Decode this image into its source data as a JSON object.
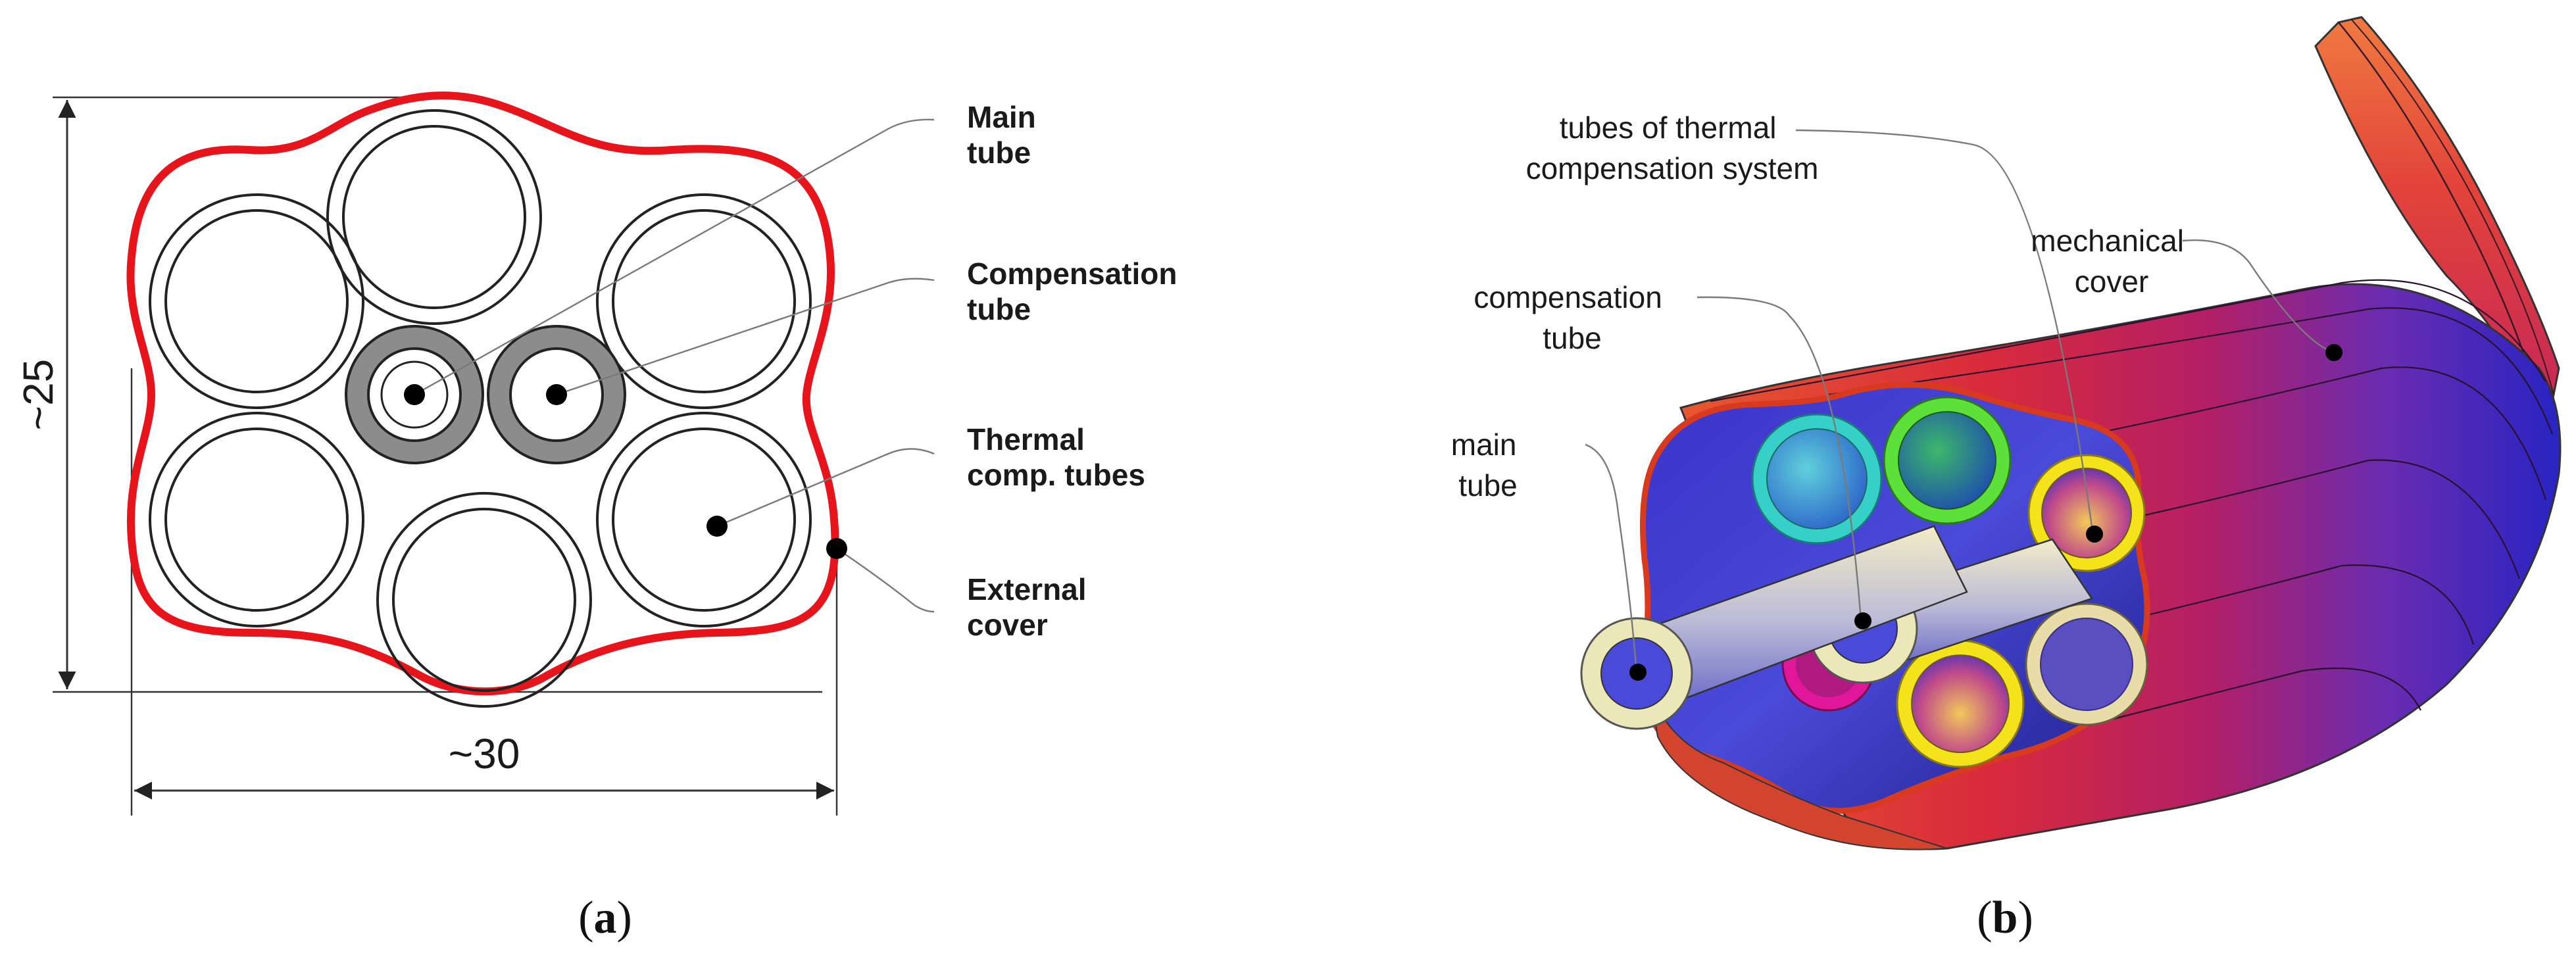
{
  "panel_a": {
    "labels": {
      "main_tube": [
        "Main",
        "tube"
      ],
      "compensation_tube": [
        "Compensation",
        "tube"
      ],
      "thermal_comp_tubes": [
        "Thermal",
        "comp. tubes"
      ],
      "external_cover": [
        "External",
        "cover"
      ]
    },
    "dimensions": {
      "height": "~25",
      "width": "~30"
    },
    "caption": {
      "open": "(",
      "letter": "a",
      "close": ")"
    },
    "colors": {
      "cover": "#e8141b",
      "compensation_ring": "#8c8c8c",
      "tube_outline": "#222222"
    }
  },
  "panel_b": {
    "labels": {
      "tubes_of_thermal": [
        "tubes of thermal",
        "compensation system"
      ],
      "mechanical_cover": [
        "mechanical",
        "cover"
      ],
      "compensation_tube": [
        "compensation",
        "tube"
      ],
      "main_tube": [
        "main",
        "tube"
      ]
    },
    "caption": {
      "open": "(",
      "letter": "b",
      "close": ")"
    },
    "colors": {
      "cover_gradient": [
        "#e84a2a",
        "#d8243e",
        "#b21a6a",
        "#5a2bb8",
        "#2a24c8"
      ],
      "tube_rings": [
        "#37d0c8",
        "#5ee03a",
        "#f4e21a",
        "#f4e21a",
        "#e8d8a8",
        "#e0179a"
      ],
      "main_tube_ring": "#ece7b8"
    }
  }
}
